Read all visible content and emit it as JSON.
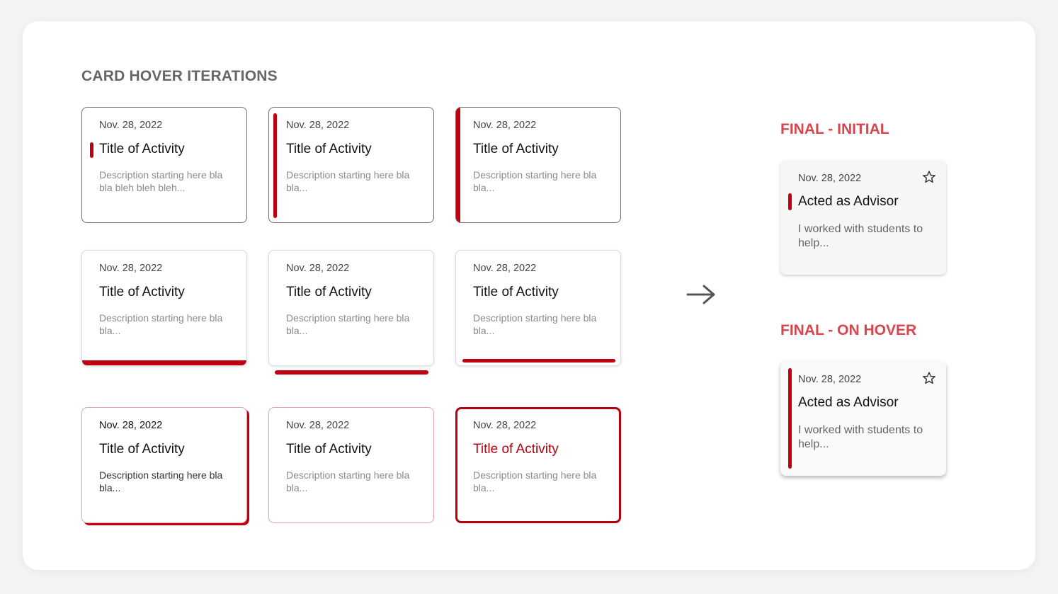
{
  "section_title": "CARD HOVER ITERATIONS",
  "cards": [
    {
      "date": "Nov. 28, 2022",
      "title": "Title of Activity",
      "desc": "Description starting here bla bla bleh bleh bleh..."
    },
    {
      "date": "Nov. 28, 2022",
      "title": "Title of Activity",
      "desc": "Description starting here bla bla..."
    },
    {
      "date": "Nov. 28, 2022",
      "title": "Title of Activity",
      "desc": "Description starting here bla bla..."
    },
    {
      "date": "Nov. 28, 2022",
      "title": "Title of Activity",
      "desc": "Description starting here bla bla..."
    },
    {
      "date": "Nov. 28, 2022",
      "title": "Title of Activity",
      "desc": "Description starting here bla bla..."
    },
    {
      "date": "Nov. 28, 2022",
      "title": "Title of Activity",
      "desc": "Description starting here bla bla..."
    },
    {
      "date": "Nov. 28, 2022",
      "title": "Title of Activity",
      "desc": "Description starting here bla bla..."
    },
    {
      "date": "Nov. 28, 2022",
      "title": "Title of Activity",
      "desc": "Description starting here bla bla..."
    },
    {
      "date": "Nov. 28, 2022",
      "title": "Title of Activity",
      "desc": "Description starting here bla bla..."
    }
  ],
  "final_initial": {
    "label": "FINAL - INITIAL",
    "date": "Nov. 28, 2022",
    "title": "Acted as Advisor",
    "desc": "I worked with students to help..."
  },
  "final_hover": {
    "label": "FINAL - ON HOVER",
    "date": "Nov. 28, 2022",
    "title": "Acted as Advisor",
    "desc": "I worked with students to help..."
  },
  "colors": {
    "accent": "#c00010",
    "final_label": "#d9454e",
    "section_title": "#666666"
  },
  "icons": {
    "arrow": "arrow-right-icon",
    "star": "star-outline-icon"
  }
}
